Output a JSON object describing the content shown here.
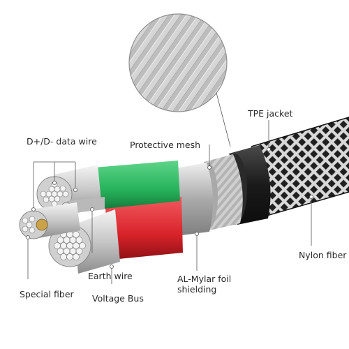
{
  "labels": {
    "data_wire": "D+/D- data wire",
    "protective_mesh": "Protective mesh",
    "tpe_jacket": "TPE jacket",
    "special_fiber": "Special fiber",
    "earth_wire": "Earth wire",
    "voltage_bus": "Voltage Bus",
    "al_mylar_line1": "AL-Mylar foil",
    "al_mylar_line2": "shielding",
    "nylon_fiber": "Nylon fiber"
  },
  "colors": {
    "green_insulation": "#25b35b",
    "red_insulation": "#d8232a",
    "tpe_jacket": "#1f1f1f",
    "foil": "#b8b8b8",
    "braid": "#c9c9c9",
    "copper_strands": "#e2e2e2"
  }
}
